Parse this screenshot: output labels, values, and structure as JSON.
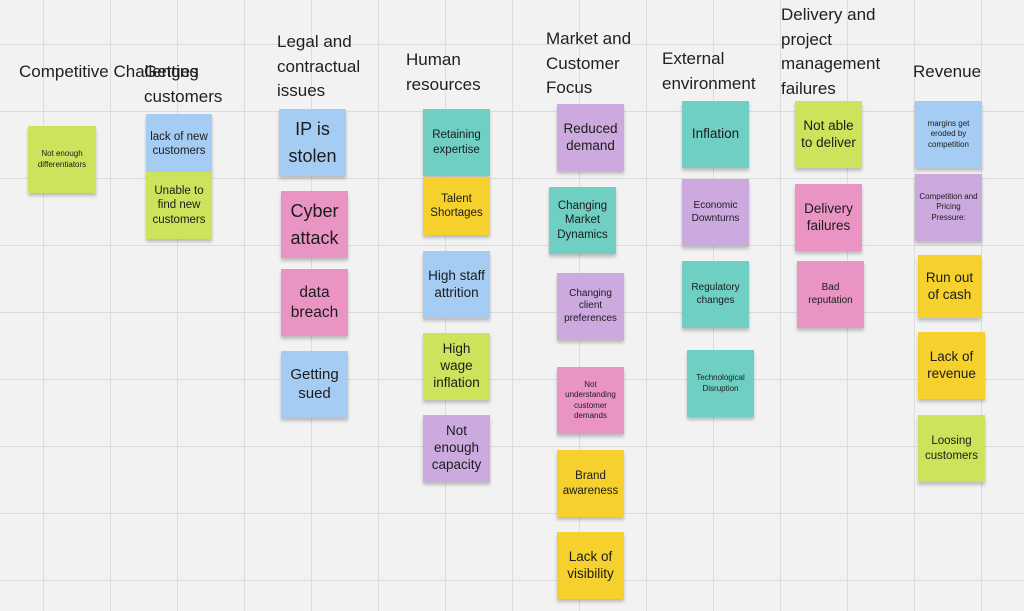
{
  "columns": [
    {
      "heading": "Competitive Challenges",
      "notes": [
        "Not enough differentiators"
      ]
    },
    {
      "heading": "Getting customers",
      "notes": [
        "lack of new customers",
        "Unable to find new customers"
      ]
    },
    {
      "heading": "Legal and contractual issues",
      "notes": [
        "IP is stolen",
        "Cyber attack",
        "data breach",
        "Getting sued"
      ]
    },
    {
      "heading": "Human resources",
      "notes": [
        "Retaining expertise",
        "Talent Shortages",
        "High staff attrition",
        "High wage inflation",
        "Not enough capacity"
      ]
    },
    {
      "heading": "Market and Customer Focus",
      "notes": [
        "Reduced demand",
        "Changing Market Dynamics",
        "Changing client preferences",
        "Not understanding customer demands",
        "Brand awareness",
        "Lack of visibility"
      ]
    },
    {
      "heading": "External environment",
      "notes": [
        "Inflation",
        "Economic Downturns",
        "Regulatory changes",
        "Technological Disruption"
      ]
    },
    {
      "heading": "Delivery and project management failures",
      "notes": [
        "Not able to deliver",
        "Delivery failures",
        "Bad reputation"
      ]
    },
    {
      "heading": "Revenue",
      "notes": [
        "margins get eroded by competition",
        "Competition and Pricing Pressure:",
        "Run out of cash",
        "Lack of revenue",
        "Loosing customers"
      ]
    }
  ],
  "note_colors": {
    "yellow": "#f6d02c",
    "lime": "#cce35c",
    "blue": "#a5ccf2",
    "pink": "#ea94c3",
    "purple": "#ccaae0",
    "teal": "#6fcfc3"
  },
  "canvas_background": "#f2f2f2"
}
